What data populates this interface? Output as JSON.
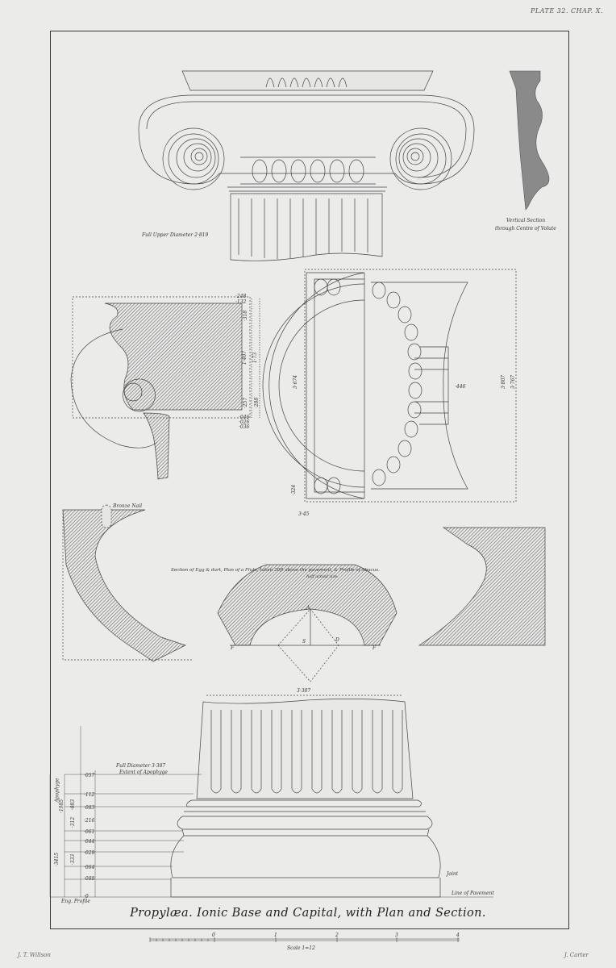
{
  "header": {
    "plate_ref": "PLATE 32. CHAP. X."
  },
  "labels": {
    "upper_diameter": "Full Upper Diameter 2·819",
    "vertical_section_1": "Vertical Section",
    "vertical_section_2": "through Centre of Volute",
    "bronze_nail": "Bronze Nail",
    "egg_dart_1": "Section of Egg & dart,  Plan of a Flute, taken 20ft above the pavement, & Profile of Abacus.",
    "egg_dart_2": "half actual size.",
    "dim_345": "3·45",
    "dim_3387": "3·387",
    "dim_3674": "3·674",
    "dim_3807": "3·807",
    "dim_3767": "3·767",
    "dim_446": "·446",
    "dim_324": "·324",
    "full_diameter_1": "Full Diameter 3·387",
    "full_diameter_2": "Extent of Apophyge",
    "joint": "Joint",
    "line_of_pavement": "Line of Pavement",
    "eng_profile": "Eng. Profile"
  },
  "capital_dims": [
    "·248",
    "·132",
    "·318",
    "1·407",
    "1·73",
    "·257",
    "·288",
    "·046",
    "·026",
    "·036"
  ],
  "base_dims": [
    "·057",
    "·112",
    "·083",
    "·216",
    "·061",
    "·044",
    "·029",
    "·064",
    "·088",
    "·0"
  ],
  "base_outer_dims": [
    "Apophyge",
    "·1985",
    "·312",
    "·083",
    "·3415",
    "·333"
  ],
  "plan_letters": [
    "A",
    "F",
    "S",
    "D",
    "F"
  ],
  "title": "Propylæa. Ionic Base and Capital, with Plan and Section.",
  "scale": {
    "label": "Scale 1=12",
    "ticks": [
      "0",
      "1",
      "2",
      "3",
      "4"
    ]
  },
  "credits": {
    "left": "J. T. Willson",
    "right": "J. Carter"
  }
}
